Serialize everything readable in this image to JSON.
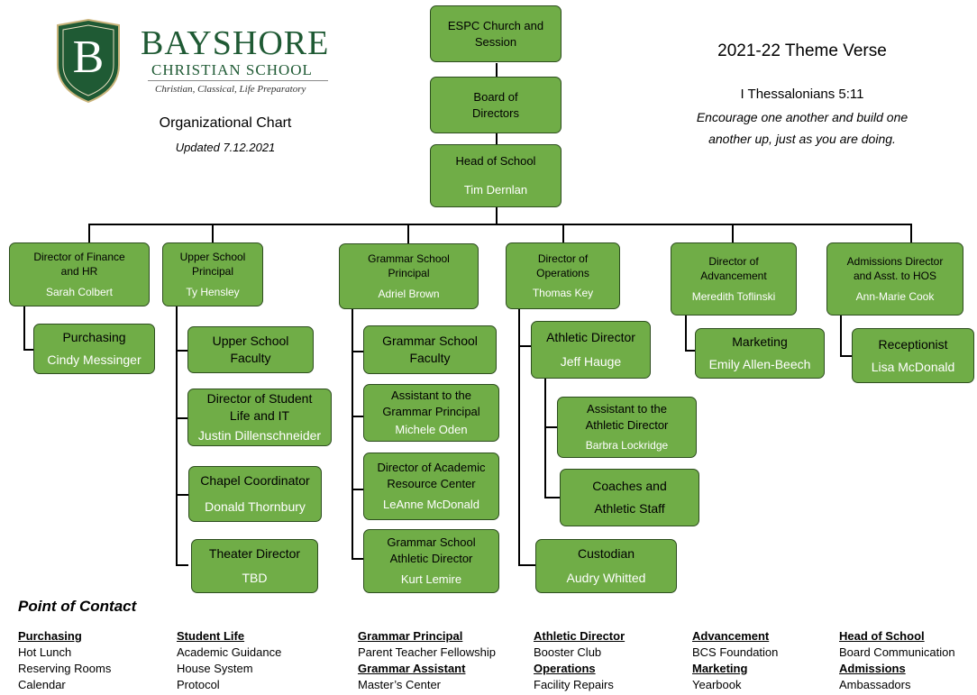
{
  "logo": {
    "letter": "B",
    "name": "BAYSHORE",
    "subname": "CHRISTIAN SCHOOL",
    "tagline": "Christian, Classical, Life Preparatory"
  },
  "chart_title": "Organizational Chart",
  "chart_updated": "Updated 7.12.2021",
  "theme": {
    "title": "2021-22 Theme Verse",
    "reference": "I Thessalonians 5:11",
    "verse_line1": "Encourage one another and build one",
    "verse_line2": "another up, just as you are doing."
  },
  "top": {
    "church": {
      "line1": "ESPC Church and",
      "line2": "Session"
    },
    "board": {
      "line1": "Board of",
      "line2": "Directors"
    },
    "head": {
      "title": "Head of School",
      "name": "Tim Dernlan"
    }
  },
  "directors": [
    {
      "title1": "Director of Finance",
      "title2": "and HR",
      "name": "Sarah Colbert"
    },
    {
      "title1": "Upper School",
      "title2": "Principal",
      "name": "Ty Hensley"
    },
    {
      "title1": "Grammar School",
      "title2": "Principal",
      "name": "Adriel Brown"
    },
    {
      "title1": "Director of",
      "title2": "Operations",
      "name": "Thomas Key"
    },
    {
      "title1": "Director of",
      "title2": "Advancement",
      "name": "Meredith Toflinski"
    },
    {
      "title1": "Admissions Director",
      "title2": "and Asst. to HOS",
      "name": "Ann-Marie Cook"
    }
  ],
  "staff": {
    "purchasing": {
      "title": "Purchasing",
      "name": "Cindy Messinger"
    },
    "us_faculty": {
      "title1": "Upper School",
      "title2": "Faculty"
    },
    "student_life": {
      "title1": "Director of Student",
      "title2": "Life and IT",
      "name": "Justin Dillenschneider"
    },
    "chapel": {
      "title": "Chapel Coordinator",
      "name": "Donald Thornbury"
    },
    "theater": {
      "title": "Theater Director",
      "name": "TBD"
    },
    "gs_faculty": {
      "title1": "Grammar School",
      "title2": "Faculty"
    },
    "gs_assistant": {
      "title1": "Assistant to the",
      "title2": "Grammar Principal",
      "name": "Michele Oden"
    },
    "academic_resource": {
      "title1": "Director of Academic",
      "title2": "Resource Center",
      "name": "LeAnne McDonald"
    },
    "gs_athletic": {
      "title1": "Grammar School",
      "title2": "Athletic Director",
      "name": "Kurt Lemire"
    },
    "athletic_director": {
      "title": "Athletic Director",
      "name": "Jeff Hauge"
    },
    "athletic_assistant": {
      "title1": "Assistant to the",
      "title2": "Athletic Director",
      "name": "Barbra Lockridge"
    },
    "coaches": {
      "title1": "Coaches and",
      "title2": "Athletic Staff"
    },
    "custodian": {
      "title": "Custodian",
      "name": "Audry Whitted"
    },
    "marketing": {
      "title": "Marketing",
      "name": "Emily Allen-Beech"
    },
    "receptionist": {
      "title": "Receptionist",
      "name": "Lisa McDonald"
    }
  },
  "poc": {
    "heading": "Point of Contact",
    "c1": {
      "h": "Purchasing",
      "a": "Hot Lunch",
      "b": "Reserving Rooms",
      "c": "Calendar"
    },
    "c2": {
      "h": "Student Life",
      "a": "Academic Guidance",
      "b": "House System",
      "c": "Protocol"
    },
    "c3": {
      "h": "Grammar Principal",
      "a": "Parent Teacher Fellowship",
      "h2": "Grammar Assistant",
      "c": "Master’s Center"
    },
    "c4": {
      "h": "Athletic Director",
      "a": "Booster Club",
      "h2": "Operations",
      "c": "Facility Repairs"
    },
    "c5": {
      "h": "Advancement",
      "a": "BCS Foundation",
      "h2": "Marketing",
      "c": "Yearbook"
    },
    "c6": {
      "h": "Head of School",
      "a": "Board Communication",
      "h2": "Admissions",
      "c": "Ambassadors"
    }
  }
}
